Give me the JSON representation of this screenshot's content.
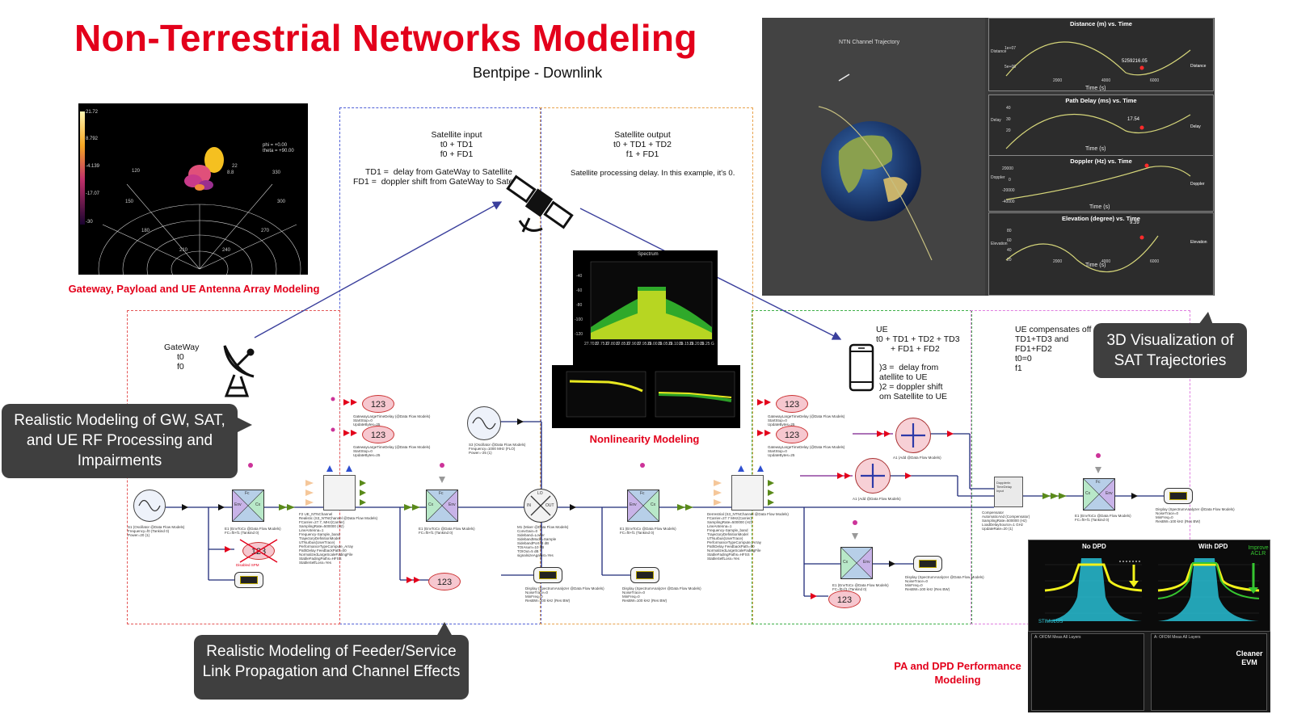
{
  "title": "Non-Terrestrial Networks Modeling",
  "subtitle": "Bentpipe - Downlink",
  "antenna_section": {
    "caption": "Gateway, Payload and UE Antenna Array Modeling",
    "colorbar_ticks": [
      "21.72",
      "8.792",
      "-4.139",
      "-17.07",
      "-30"
    ],
    "readout_line1": "phi = +0.00",
    "readout_line2": "theta = +90.00",
    "angle_labels": [
      "120",
      "150",
      "180",
      "210",
      "240",
      "270",
      "300",
      "330"
    ],
    "radial_labels": [
      "22",
      "8.8"
    ]
  },
  "satellite_input": {
    "heading": "Satellite input",
    "line1": "t0 + TD1",
    "line2": "f0 + FD1",
    "desc1": "TD1 =  delay from GateWay to Satellite",
    "desc2": "FD1 =  doppler shift from GateWay to Sate"
  },
  "satellite_output": {
    "heading": "Satellite output",
    "line1": "t0 + TD1 + TD2",
    "line2": "f1 + FD1",
    "desc": "Satellite processing delay. In this example, it's 0."
  },
  "gateway": {
    "name": "GateWay",
    "t": "t0",
    "f": "f0"
  },
  "ue": {
    "name": "UE",
    "line1": "t0 + TD1 + TD2 + TD3",
    "line2": "+ FD1 + FD2",
    "desc1": ")3 =  delay from",
    "desc2": "atellite to UE",
    "desc3": ")2 = doppler shift",
    "desc4": "om Satellite to UE"
  },
  "ue_compensates": {
    "line1": "UE compensates off",
    "line2": "TD1+TD3 and",
    "line3": "FD1+FD2",
    "line4": "t0=0",
    "line5": "f1"
  },
  "callouts": {
    "rf": "Realistic Modeling of GW, SAT, and UE RF Processing and Impairments",
    "feeder": "Realistic Modeling of Feeder/Service Link Propagation and Channel Effects",
    "trajectory": "3D Visualization of SAT Trajectories"
  },
  "trajectory_panel": {
    "globe_title": "NTN Channel Trajectory",
    "plots": [
      {
        "title": "Distance (m) vs. Time",
        "ylabel": "Distance",
        "xlabel": "Time (s)",
        "marker": "5259216.05",
        "legend": "Distance",
        "yticks": [
          "1e+07",
          "5e+06"
        ]
      },
      {
        "title": "Path Delay (ms) vs. Time",
        "ylabel": "Delay",
        "xlabel": "Time (s)",
        "marker": "17.54",
        "legend": "Delay",
        "yticks": [
          "40",
          "30",
          "20"
        ]
      },
      {
        "title": "Doppler (Hz) vs. Time",
        "ylabel": "Doppler",
        "xlabel": "Time (s)",
        "marker": "",
        "legend": "Doppler",
        "yticks": [
          "20000",
          "0",
          "-20000",
          "-40000"
        ]
      },
      {
        "title": "Elevation (degree) vs. Time",
        "ylabel": "Elevation",
        "xlabel": "Time (s)",
        "marker": "9.39",
        "legend": "Elevation",
        "yticks": [
          "80",
          "60",
          "40",
          "20"
        ]
      }
    ],
    "xticks": [
      "2000",
      "4000",
      "6000"
    ]
  },
  "spectrum": {
    "title": "Spectrum",
    "yticks": [
      "-40",
      "-60",
      "-80",
      "-100",
      "-120"
    ],
    "xticks": [
      "27.70 G",
      "27.75 G",
      "27.80 G",
      "27.85 G",
      "27.90 G",
      "27.95 G",
      "28.00 G",
      "28.05 G",
      "28.10 G",
      "28.15 G",
      "28.20 G",
      "28.25 G"
    ]
  },
  "nonlinearity_caption": "Nonlinearity Modeling",
  "dpd": {
    "left_title": "No DPD",
    "right_title": "With DPD",
    "improve_label": "Improve ACLR",
    "stimulus_label": "STIMULUS",
    "evm_label": "Cleaner EVM",
    "constellation_title": "A: OFDM Meas All Layers",
    "caption": "PA and DPD Performance Modeling"
  },
  "schematic": {
    "counter_label": "123",
    "oscillators": [
      {
        "name": "S1 (Oscillator @Data Flow Models)",
        "params": "Frequency=f0 (Tankind 0)\nPower=20 (1)"
      },
      {
        "name": "S3 (Oscillator @Data Flow Models)",
        "params": "Frequency=1000 MHz (FLO)\nPower=-25 (1)"
      }
    ],
    "upconv_label": "Fc",
    "env_label": "Env",
    "cx_label": "Cx",
    "lo_label": "LO",
    "in_label": "IN",
    "out_label": "OUT",
    "ntn_gw": "F2 UE_NTNChannel\nRealistic (S3_NTNChannel @Data Flow Models)\nFCarrier=27.7, MHz(Carrier)\nSamplingRate=500000 (Hz)\nLineAntenna=1\nFrequency-Sample_band\nTrajectoryDefinitionModel\nUTNurbus(UserTrace)\nPerformanceTypeCompute_Array\nPathDelay FeedbackPath=00\nNormalizedLargeScaleFadingFile\nStableFadingPaths=HFSS\nStableSelfLoss=Yes",
    "ntn_ue": "Derrestrial (S3_NTNChannel @Data Flow Models)\nFCarrier=27.7 MHz(Carrier)\nSamplingRate=500000 (Hz)\nLineAntenna=1\nFrequency-Sample_band\nTrajectoryDefinitionModel\nUTNurbus(UserTrace)\nPerformanceTypeCompute_Array\nPathDelay FeedbackPath=00\nNormalizedLargeScaleFadingFile\nStableFadingPaths=HFSS\nStableSelfLoss=Yes",
    "mixer": "M1 (Mixer @Data Flow Models)\nConvGain=0\nSideband=Lower\nSidebandMode=Sample\nSidebandPort=8 dB\nTOIAsum=10 dB\nTOIOut=5 dB\nsignalsizeAgainst=Yes",
    "compensator": "Compensator\nAutomaticAnd (Compensator)\nSamplingRate=500000 (Hz)\nLoadDelaySource=1 GHz\nUpdateRate=20 (1)",
    "compensator_ports": "DopplerIn\nTimeDelay\nInput",
    "upconv_params": "E1 (EnvToCx @Data Flow Models)\nFC=f0+f1 (Tankind 0)",
    "scope_params": "Display (SpectrumAnalyzer @Data Flow Models)\nNoiseTrace=0\nMinFreq=0\nResBW=100 kHz (Res BW)",
    "counter_params": "GatewayLargeTimeDelay (@Data Flow Models)\nStartStop=0\nUpdateBytes=25",
    "strike_label": "Disabled SPM",
    "adder_params": "A1 (Add @Data Flow Models)"
  }
}
